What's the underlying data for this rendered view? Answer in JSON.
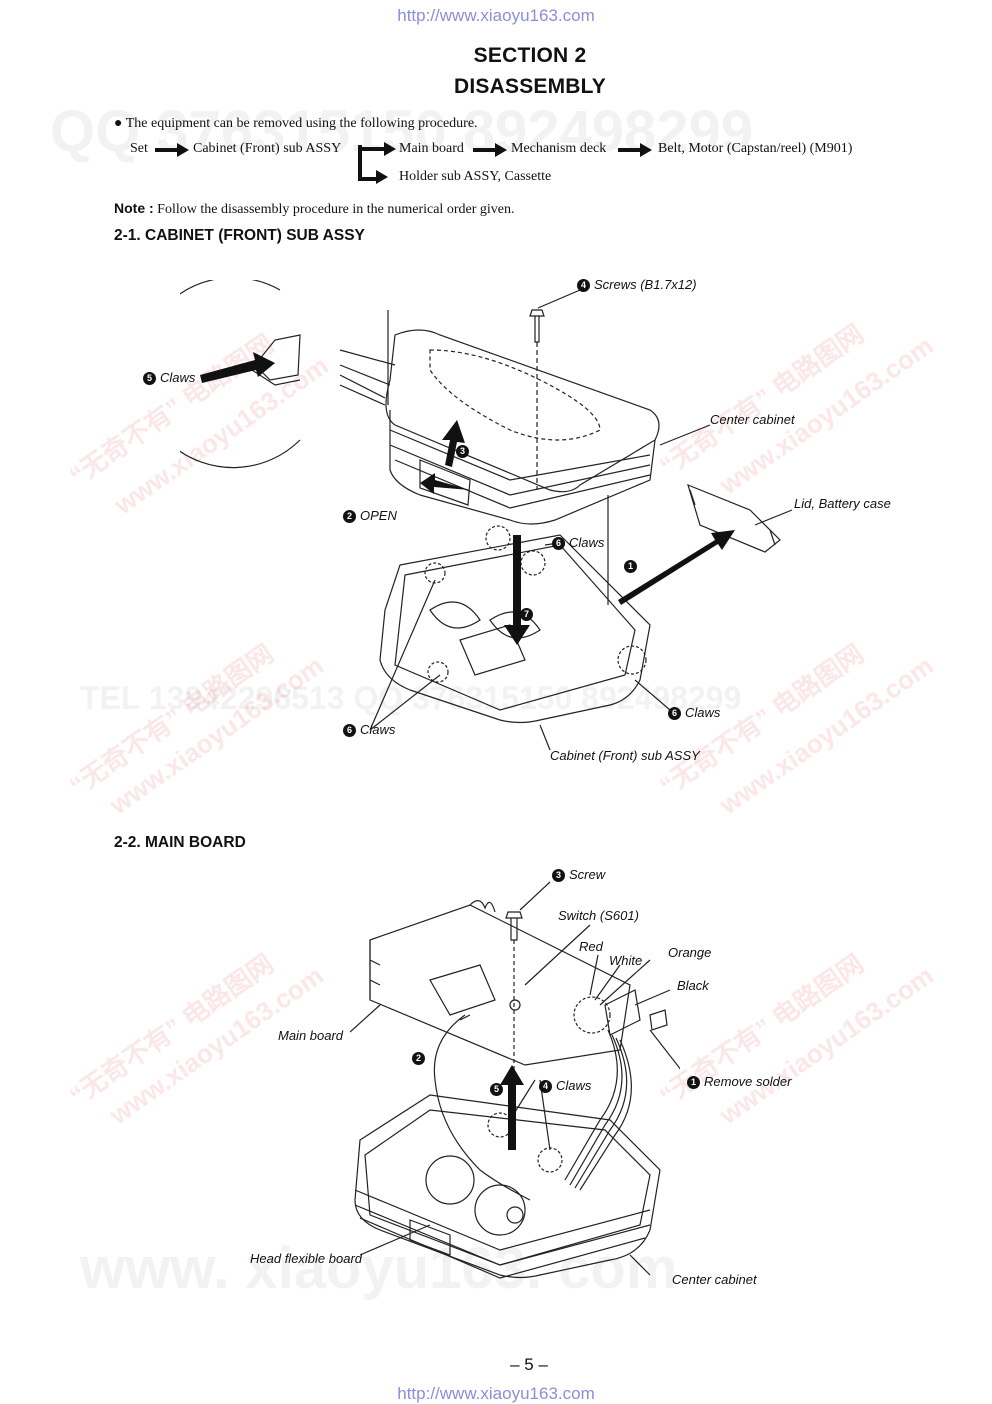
{
  "header_url": "http://www.xiaoyu163.com",
  "footer_url": "http://www.xiaoyu163.com",
  "section_title": "SECTION 2",
  "section_subtitle": "DISASSEMBLY",
  "intro": "The equipment can be removed using the following procedure.",
  "flow": {
    "set": "Set",
    "cabinet": "Cabinet (Front) sub ASSY",
    "main_board": "Main board",
    "mechanism_deck": "Mechanism deck",
    "belt_motor": "Belt, Motor (Capstan/reel) (M901)",
    "holder": "Holder sub ASSY, Cassette"
  },
  "note": {
    "label": "Note :",
    "text": "Follow the disassembly procedure in the numerical order given."
  },
  "section_2_1": {
    "title": "2-1. CABINET (FRONT) SUB ASSY",
    "labels": {
      "screws_num": "4",
      "screws": "Screws (B1.7x12)",
      "claws5_num": "5",
      "claws5": "Claws",
      "center_cabinet": "Center cabinet",
      "lid": "Lid, Battery case",
      "open_num": "2",
      "open": "OPEN",
      "step3": "3",
      "claws6a_num": "6",
      "claws6a": "Claws",
      "step1": "1",
      "step7": "7",
      "claws6b_num": "6",
      "claws6b": "Claws",
      "claws6c_num": "6",
      "claws6c": "Claws",
      "cabinet_front": "Cabinet (Front) sub ASSY"
    }
  },
  "section_2_2": {
    "title": "2-2. MAIN BOARD",
    "labels": {
      "screw_num": "3",
      "screw": "Screw",
      "switch": "Switch (S601)",
      "red": "Red",
      "white": "White",
      "orange": "Orange",
      "black": "Black",
      "main_board": "Main board",
      "step2": "2",
      "remove_solder_num": "1",
      "remove_solder": "Remove solder",
      "step5": "5",
      "claws_num": "4",
      "claws": "Claws",
      "head_flex": "Head flexible board",
      "center_cabinet": "Center cabinet"
    }
  },
  "page_number": "– 5 –",
  "watermarks": {
    "qq": "QQ 376315150 892498299",
    "tel": "TEL 13942296513 QQ 376315150 892498299",
    "cn": "“无奇不有” 电路图网",
    "site": "www.xiaoyu163.com",
    "www": "www. xiaoyu163. com"
  },
  "colors": {
    "url": "#8a8fd8",
    "watermark_red": "#dc3c3c"
  }
}
